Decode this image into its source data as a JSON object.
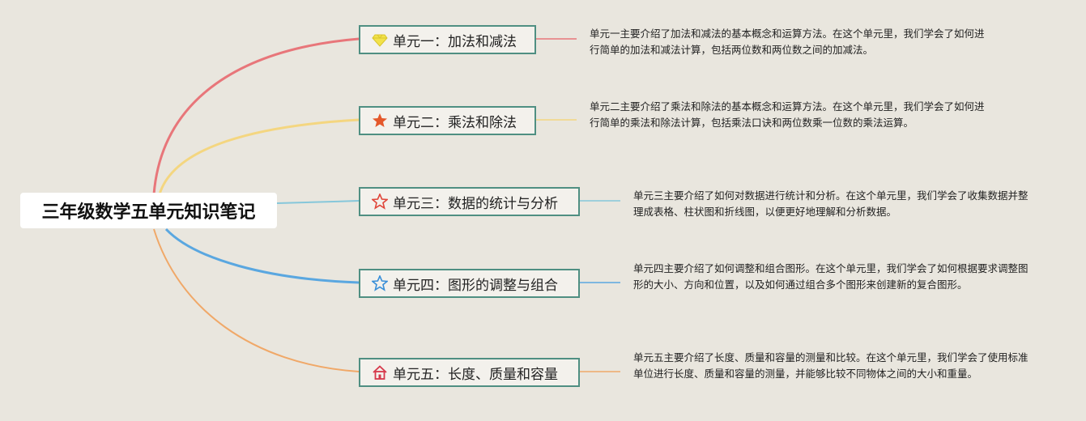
{
  "root": {
    "title": "三年级数学五单元知识笔记"
  },
  "units": [
    {
      "label": "单元一：加法和减法",
      "icon": "gem-icon",
      "color": "#e8767a",
      "desc": "单元一主要介绍了加法和减法的基本概念和运算方法。在这个单元里，我们学会了如何进行简单的加法和减法计算，包括两位数和两位数之间的加减法。"
    },
    {
      "label": "单元二：乘法和除法",
      "icon": "star-filled-icon",
      "color": "#f4d680",
      "desc": "单元二主要介绍了乘法和除法的基本概念和运算方法。在这个单元里，我们学会了如何进行简单的乘法和除法计算，包括乘法口诀和两位数乘一位数的乘法运算。"
    },
    {
      "label": "单元三：数据的统计与分析",
      "icon": "star-outline-red-icon",
      "color": "#86c7da",
      "desc": "单元三主要介绍了如何对数据进行统计和分析。在这个单元里，我们学会了收集数据并整理成表格、柱状图和折线图，以便更好地理解和分析数据。"
    },
    {
      "label": "单元四：图形的调整与组合",
      "icon": "star-outline-blue-icon",
      "color": "#5aa7e0",
      "desc": "单元四主要介绍了如何调整和组合图形。在这个单元里，我们学会了如何根据要求调整图形的大小、方向和位置，以及如何通过组合多个图形来创建新的复合图形。"
    },
    {
      "label": "单元五：长度、质量和容量",
      "icon": "house-icon",
      "color": "#f0a868",
      "desc": "单元五主要介绍了长度、质量和容量的测量和比较。在这个单元里，我们学会了使用标准单位进行长度、质量和容量的测量，并能够比较不同物体之间的大小和重量。"
    }
  ]
}
